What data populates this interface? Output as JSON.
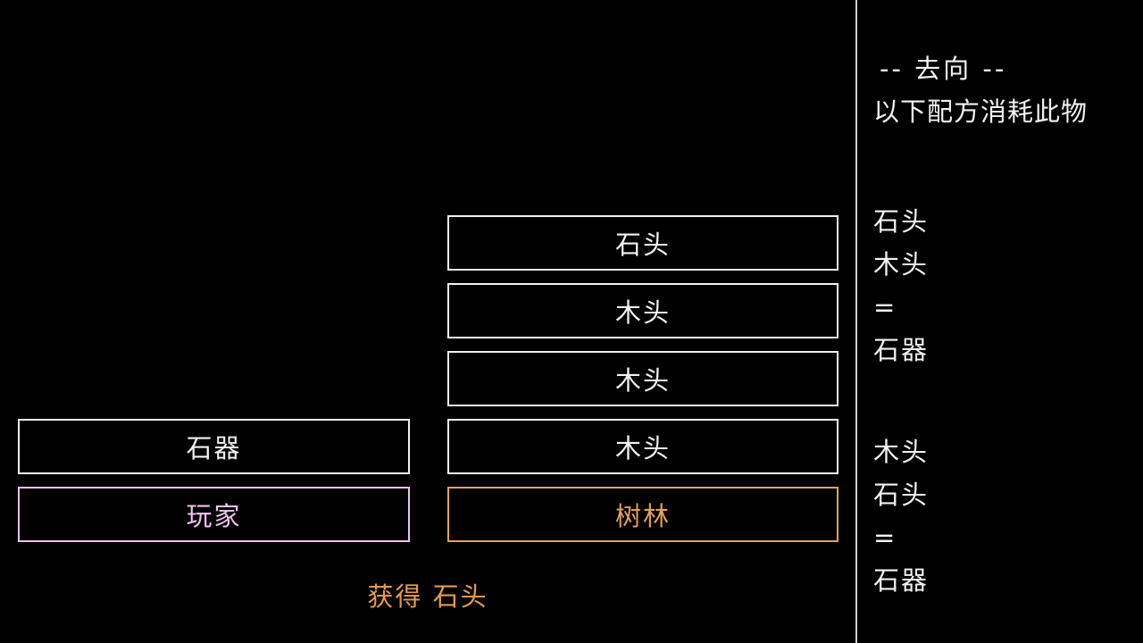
{
  "right_panel": {
    "title": "-- 去向 --",
    "subtitle": "以下配方消耗此物",
    "recipes": [
      {
        "lines": [
          "石头",
          "木头",
          "=",
          "石器"
        ]
      },
      {
        "lines": [
          "木头",
          "石头",
          "=",
          "石器"
        ]
      }
    ]
  },
  "stack_column": {
    "boxes": [
      {
        "label": "石头"
      },
      {
        "label": "木头"
      },
      {
        "label": "木头"
      },
      {
        "label": "木头"
      },
      {
        "label": "树林"
      }
    ]
  },
  "left_column": {
    "boxes": [
      {
        "label": "石器"
      },
      {
        "label": "玩家"
      }
    ]
  },
  "status": {
    "message": "获得 石头"
  },
  "colors": {
    "background": "#000000",
    "text": "#f2f2f2",
    "orange_accent": "#e2a25c",
    "pink_accent": "#f0c2f0",
    "status_orange": "#e59a4f",
    "divider": "#d0d0d0"
  }
}
